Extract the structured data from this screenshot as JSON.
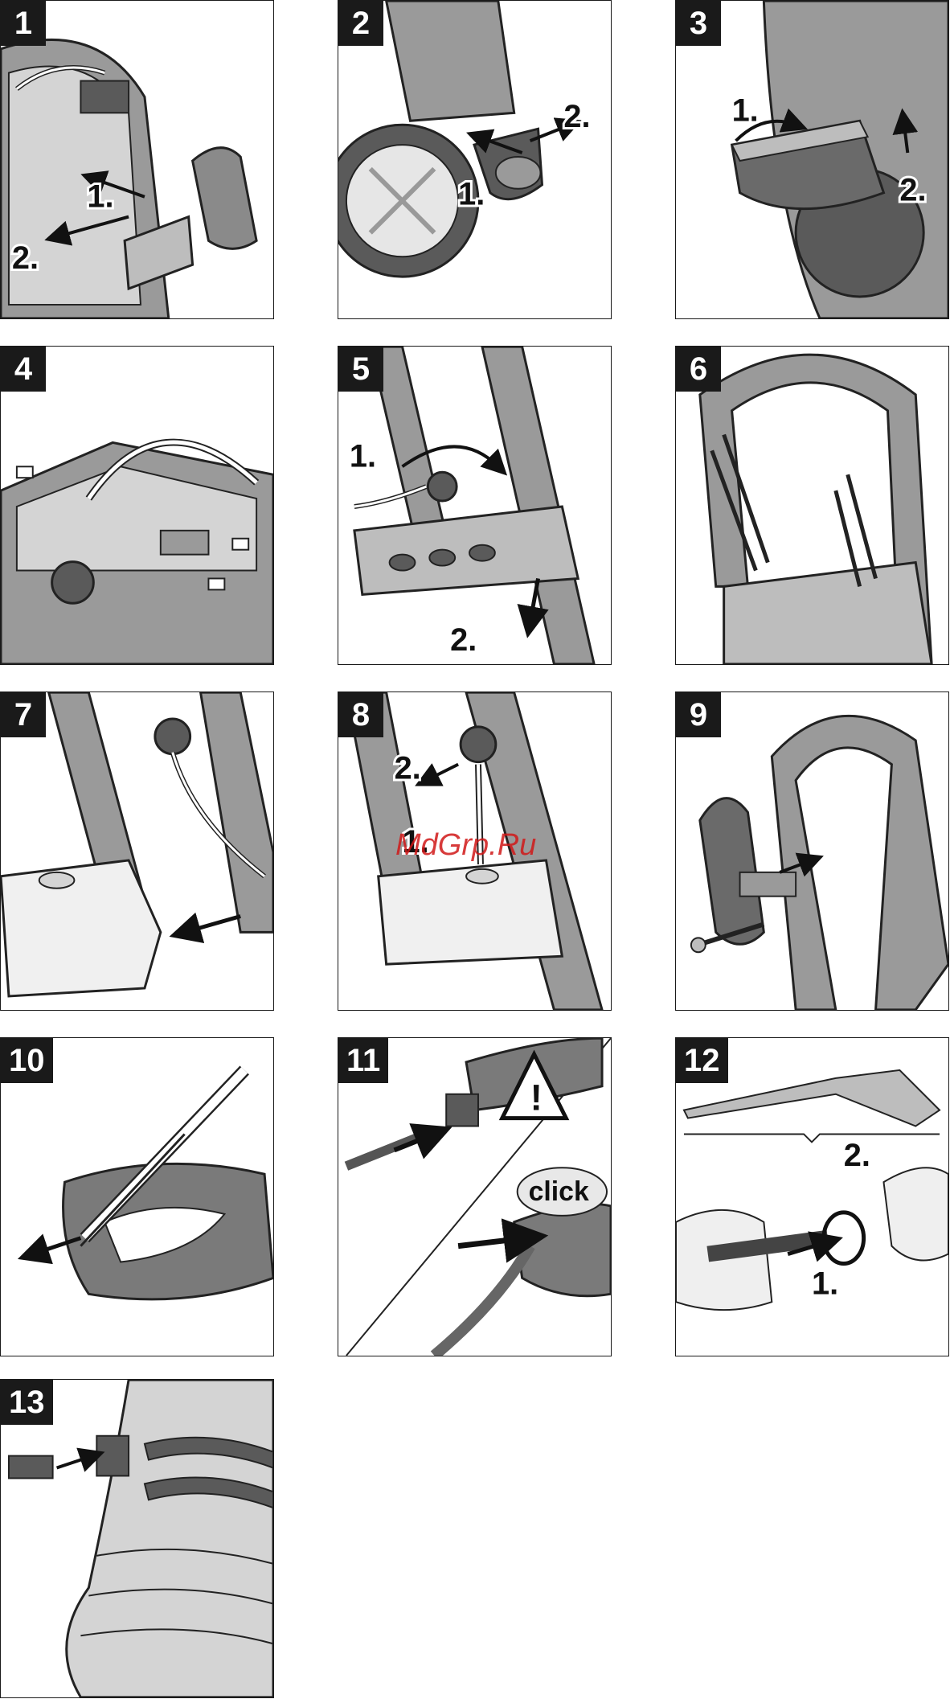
{
  "steps": [
    {
      "number": "1",
      "labels": [
        "1.",
        "2."
      ]
    },
    {
      "number": "2",
      "labels": [
        "1.",
        "2."
      ]
    },
    {
      "number": "3",
      "labels": [
        "1.",
        "2."
      ]
    },
    {
      "number": "4",
      "labels": []
    },
    {
      "number": "5",
      "labels": [
        "1.",
        "2."
      ]
    },
    {
      "number": "6",
      "labels": []
    },
    {
      "number": "7",
      "labels": []
    },
    {
      "number": "8",
      "labels": [
        "1.",
        "2."
      ]
    },
    {
      "number": "9",
      "labels": []
    },
    {
      "number": "10",
      "labels": []
    },
    {
      "number": "11",
      "labels": [
        "click"
      ]
    },
    {
      "number": "12",
      "labels": [
        "1.",
        "2."
      ]
    },
    {
      "number": "13",
      "labels": []
    }
  ],
  "watermark": "MdGrp.Ru",
  "colors": {
    "frame": "#1a1a1a",
    "shade_dark": "#5a5a5a",
    "shade_mid": "#9a9a9a",
    "shade_light": "#d4d4d4",
    "watermark": "#d11818"
  }
}
